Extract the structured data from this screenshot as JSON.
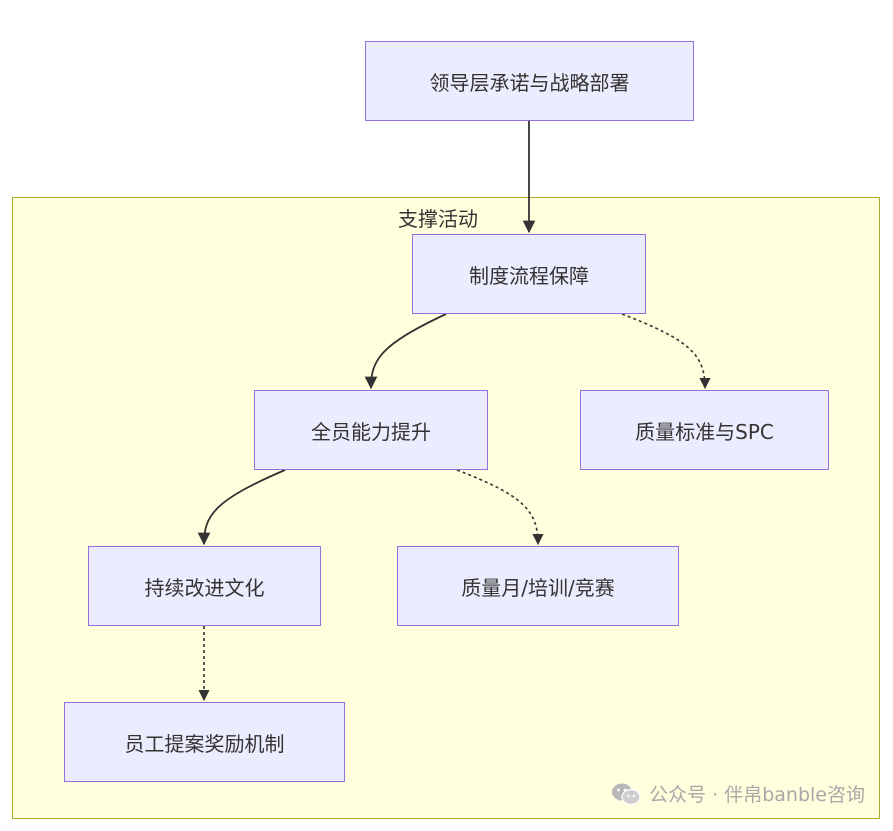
{
  "subgraph": {
    "title": "支撑活动"
  },
  "nodes": {
    "leadership": "领导层承诺与战略部署",
    "system": "制度流程保障",
    "capability": "全员能力提升",
    "standard": "质量标准与SPC",
    "culture": "持续改进文化",
    "events": "质量月/培训/竞赛",
    "reward": "员工提案奖励机制"
  },
  "edges": [
    {
      "from": "leadership",
      "to": "system",
      "style": "solid"
    },
    {
      "from": "system",
      "to": "capability",
      "style": "solid"
    },
    {
      "from": "system",
      "to": "standard",
      "style": "dotted"
    },
    {
      "from": "capability",
      "to": "culture",
      "style": "solid"
    },
    {
      "from": "capability",
      "to": "events",
      "style": "dotted"
    },
    {
      "from": "culture",
      "to": "reward",
      "style": "dotted"
    }
  ],
  "watermark": {
    "text": "公众号 · 伴帛banble咨询",
    "icon": "wechat-icon"
  },
  "colors": {
    "node_fill": "#ececff",
    "node_border": "#9370db",
    "subgraph_fill": "#ffffde",
    "subgraph_border": "#aaaa33",
    "edge": "#333333"
  }
}
